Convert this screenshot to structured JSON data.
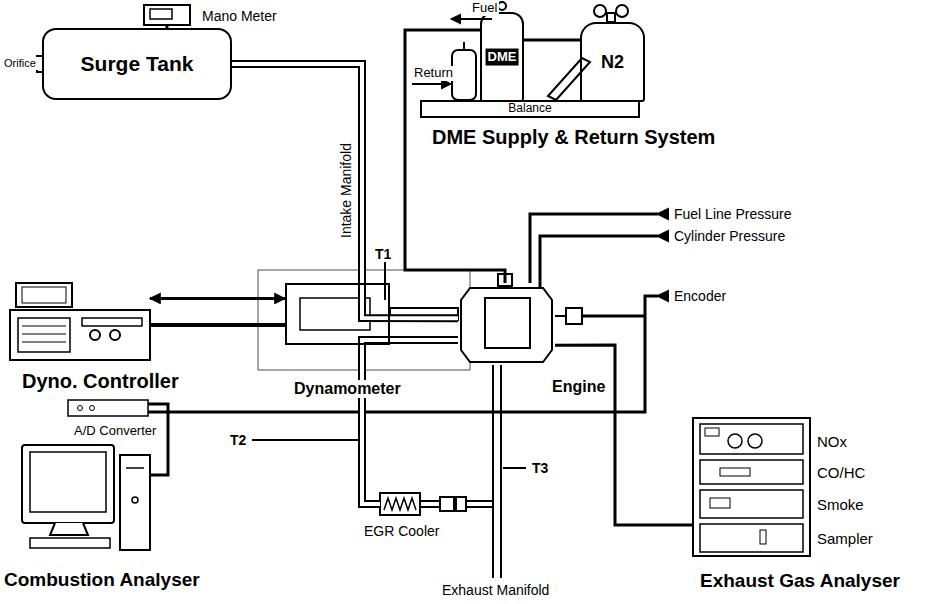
{
  "diagram": {
    "nodes": [
      {
        "text": [
          "Mano Meter"
        ]
      },
      {
        "text": [
          "Surge Tank"
        ]
      },
      {
        "text": [
          "DME"
        ]
      },
      {
        "text": [
          "N2"
        ]
      },
      {
        "text": [
          "Balance"
        ]
      },
      {
        "text": [
          "Dyno. Controller"
        ]
      },
      {
        "text": [
          "A/D Converter"
        ]
      },
      {
        "text": [
          "Combustion Analyser"
        ]
      },
      {
        "text": [
          "Dynamometer"
        ]
      },
      {
        "text": [
          "Engine"
        ]
      },
      {
        "text": [
          "EGR Cooler"
        ]
      },
      {
        "text": [
          "Exhaust Gas Analyser"
        ]
      }
    ],
    "edges": [
      {
        "from": 1,
        "to": 9,
        "arrow": "none"
      },
      {
        "from": 5,
        "to": 8,
        "arrow": "both"
      },
      {
        "from": 6,
        "to": 7,
        "arrow": "none"
      },
      {
        "from": 2,
        "to": 9,
        "arrow": "none"
      },
      {
        "from": 3,
        "to": 2,
        "arrow": "none"
      },
      {
        "from": 10,
        "to": 9,
        "arrow": "none"
      },
      {
        "from": 9,
        "to": 11,
        "arrow": "none"
      },
      {
        "from": 0,
        "to": 1,
        "arrow": "none"
      }
    ],
    "labels": [
      "Orifice",
      "Intake Manifold",
      "Fuel",
      "Return",
      "DME Supply & Return System",
      "Fuel Line Pressure",
      "Cylinder Pressure",
      "Encoder",
      "T1",
      "T2",
      "T3",
      "Exhaust Manifold",
      "NOx",
      "CO/HC",
      "Smoke",
      "Sampler"
    ]
  }
}
